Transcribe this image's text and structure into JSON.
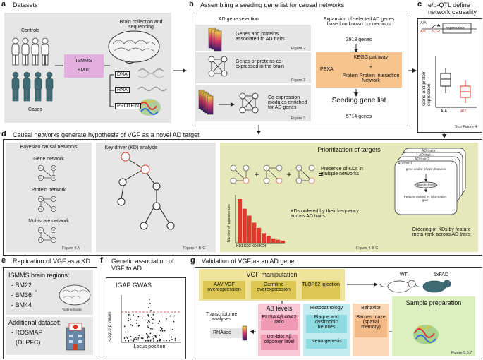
{
  "panels": {
    "a": {
      "letter": "a",
      "title": "Datasets",
      "controls": "Controls",
      "cases": "Cases",
      "ismms": "ISMMS",
      "bm10": "BM10",
      "brain": "Brain collection and sequencing",
      "omics": [
        "DNA",
        "RNA",
        "PROTEIN"
      ]
    },
    "b": {
      "letter": "b",
      "title": "Assembling a seeding gene list for causal networks",
      "selection": "AD gene selection",
      "expansion": "Expansion of selected AD genes based on known connections",
      "items": [
        {
          "text": "Genes and proteins associated to AD traits",
          "fig": "Figure 2"
        },
        {
          "text": "Genes or proteins co-expressed in the brain",
          "fig": "Figure 3"
        },
        {
          "text": "Co-expression modules enriched for AD genes",
          "fig": "Figure 3"
        }
      ],
      "genes1": "3918 genes",
      "pexa": "PEXA",
      "kegg": "KEGG pathway",
      "plus": "+",
      "ppi": "Protein Protein Interaction Network",
      "seeding": "Seeding gene list",
      "genes2": "5714 genes"
    },
    "c": {
      "letter": "c",
      "title": "e/p-QTL define network causality",
      "aa": "A/A",
      "at": "A/T",
      "expression": "expression",
      "ylabel": "Gene and protein expression",
      "fig": "Sup Figure 4"
    },
    "d": {
      "letter": "d",
      "title": "Causal networks generate hypothesis of VGF as a novel AD target",
      "bayes": "Bayesian causal networks",
      "gene": "Gene network",
      "protein": "Protein network",
      "multi": "Multiscale network",
      "fig4a": "Figure 4 A",
      "kd": "Key driver (KD) analysis",
      "fig4bc": "Figure 4 B-C",
      "prior": "Prioritization of targets",
      "presence": "Presence of KDs in multiple networks",
      "ordered": "KDs ordered by their frequency across AD traits",
      "bar_ylabel": "Number of appearances",
      "fig4bc2": "Figure 4 B-C",
      "traits": [
        "AD trait n",
        "AD trait ...",
        "AD trait 2",
        "AD trait 1"
      ],
      "features": "gene and/or protein features",
      "rf": "Random Forest",
      "ranked": "Feature ranked by information gain",
      "meta": "Ordering of KDs by feature meta-rank across AD traits",
      "nodes": {
        "g1": "G1",
        "g2": "G2",
        "g3": "G3",
        "g4": "G4",
        "p1": "P1",
        "p2": "P2",
        "p3": "P3",
        "p4": "P4"
      }
    },
    "e": {
      "letter": "e",
      "title": "Replication of VGF as a KD",
      "regions": "ISMMS brain regions:",
      "r1": "- BM22",
      "r2": "- BM36",
      "r3": "- BM44",
      "star": "*",
      "note": "*not replicated",
      "add": "Additional dataset:",
      "rosmap": "- ROSMAP",
      "dlpfc": "(DLPFC)"
    },
    "f": {
      "letter": "f",
      "title": "Genetic association of VGF to AD",
      "gwas": "IGAP GWAS",
      "ylab": "-Log10(p value)",
      "xlab": "Locus position"
    },
    "g": {
      "letter": "g",
      "title": "Validation of VGF as an AD gene",
      "manip": "VGF manipulation",
      "m1": "AAV-VGF overexpression",
      "m2": "Germline overexpression",
      "m3": "TLQP62 injection",
      "wt": "WT",
      "fad": "5xFAD",
      "prep": "Sample preparation",
      "fig": "Figure 5,6,7",
      "trans": "Transcriptome analyses",
      "rnaseq": "RNAseq",
      "ab": "Aβ levels",
      "elisa": "ELISA Aβ 40/42 ratio",
      "dot": "Dot-blot Aβ oligomer level",
      "histo": "Histopathology",
      "plaque": "Plaque and dystrophic neurites",
      "neuro": "Neurogenesis",
      "behav": "Behavior",
      "barnes": "Barnes maze (spatial memory)"
    }
  },
  "chart_data": {
    "type": "bar",
    "categories": [
      "KD1",
      "KD2",
      "KD3",
      "KD4"
    ],
    "values": [
      1.0,
      0.78,
      0.62,
      0.46,
      0.34,
      0.22,
      0.16,
      0.1,
      0.07,
      0.05
    ],
    "ylabel": "Number of appearances"
  },
  "colors": {
    "a_box": "#e8b0e0",
    "ismms": "#d7a5d6",
    "orange": "#f7c48e",
    "red": "#d93a2b",
    "olive": "#e5e8b8",
    "pink": "#f7c7d6",
    "cyan": "#c2ecef",
    "peach": "#fad7b7",
    "green": "#dcefc0",
    "yellow": "#efe39a"
  }
}
